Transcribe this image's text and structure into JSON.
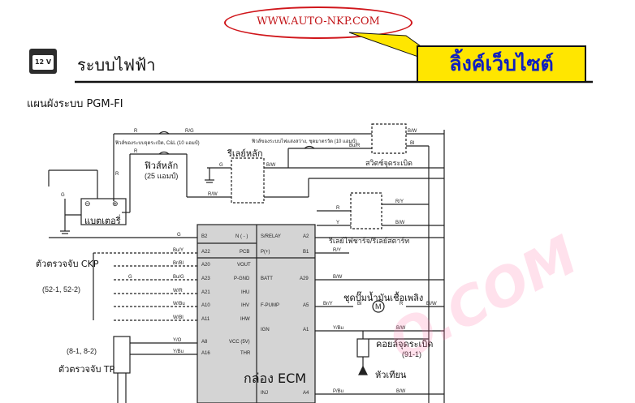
{
  "header": {
    "website_url": "WWW.AUTO-NKP.COM",
    "website_link_banner": "ลิ้งค์เว็บไซต์",
    "battery_icon_text": "12 V",
    "section_title": "ระบบไฟฟ้า",
    "diagram_title": "แผนผังระบบ PGM-FI"
  },
  "components": {
    "fuse_ignition_note": "ฟิวส์ของระบบจุดระเบิด, C&L (10 แอมป์)",
    "fuse_light_note": "ฟิวส์ของระบบไฟแสงสว่าง, ชุดมาตรวัด (10 แอมป์)",
    "main_fuse": "ฟิวส์หลัก",
    "main_fuse_rating": "(25 แอมป์)",
    "main_relay": "รีเลย์หลัก",
    "ignition_switch": "สวิตช์จุดระเบิด",
    "battery": "แบตเตอรี่",
    "starter_relay": "รีเลย์ไฟชาร์จ/รีเลย์สตาร์ท",
    "ckp_sensor": "ตัวตรวจจับ CKP",
    "ckp_ref": "(52-1, 52-2)",
    "tp_sensor": "ตัวตรวจจับ TP",
    "tp_ref": "(8-1, 8-2)",
    "fuel_pump": "ชุดปั๊มน้ำมันเชื้อเพลิง",
    "ignition_coil": "คอยล์จุดระเบิด",
    "ignition_coil_ref": "(91-1)",
    "spark_plug": "หัวเทียน",
    "ecm_box": "กล่อง ECM",
    "battery_minus": "⊖",
    "battery_plus": "⊕",
    "pump_motor": "M"
  },
  "watermark": "O.COM",
  "wires": {
    "R": "R",
    "RG": "R/G",
    "G": "G",
    "BW": "B/W",
    "Bl": "Bl",
    "BuR": "Bu/R",
    "RW": "R/W",
    "RY": "R/Y",
    "Y": "Y",
    "BuY": "Bu/Y",
    "BrBl": "Br/Bl",
    "BuG": "Bu/G",
    "WR": "W/R",
    "WBu": "W/Bu",
    "WBl": "W/Bl",
    "YO": "Y/O",
    "YBu": "Y/Bu",
    "PBu": "P/Bu",
    "BrY": "Br/Y",
    "BlW": "Bl/W"
  },
  "ecm_pins_left": [
    {
      "pin": "B2",
      "name": "N ( - )"
    },
    {
      "pin": "A22",
      "name": "PCB"
    },
    {
      "pin": "A20",
      "name": "VOUT"
    },
    {
      "pin": "A23",
      "name": "P-GND"
    },
    {
      "pin": "A21",
      "name": "IHU"
    },
    {
      "pin": "A10",
      "name": "IHV"
    },
    {
      "pin": "A11",
      "name": "IHW"
    },
    {
      "pin": "A8",
      "name": "VCC (5V)"
    },
    {
      "pin": "A16",
      "name": "THR"
    }
  ],
  "ecm_pins_right": [
    {
      "name": "S/RELAY",
      "pin": "A2"
    },
    {
      "name": "P(+)",
      "pin": "B1"
    },
    {
      "name": "BATT",
      "pin": "A29"
    },
    {
      "name": "F-PUMP",
      "pin": "A5"
    },
    {
      "name": "IGN",
      "pin": "A1"
    },
    {
      "name": "INJ",
      "pin": "A4"
    }
  ]
}
